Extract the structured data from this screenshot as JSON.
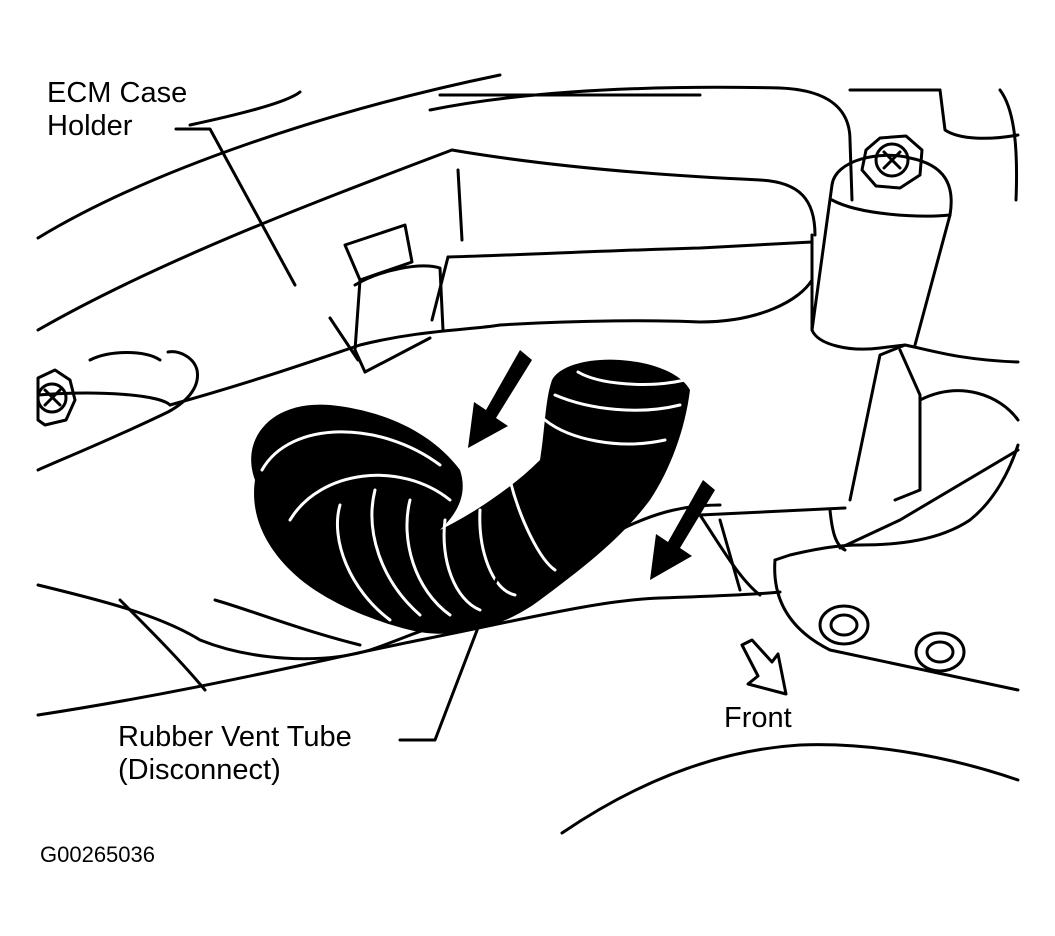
{
  "labels": {
    "ecm_case_holder": [
      "ECM Case",
      "Holder"
    ],
    "rubber_vent_tube": [
      "Rubber Vent Tube",
      "(Disconnect)"
    ],
    "front": "Front"
  },
  "figure_code": "G00265036",
  "colors": {
    "ink": "#000000",
    "paper": "#ffffff"
  }
}
